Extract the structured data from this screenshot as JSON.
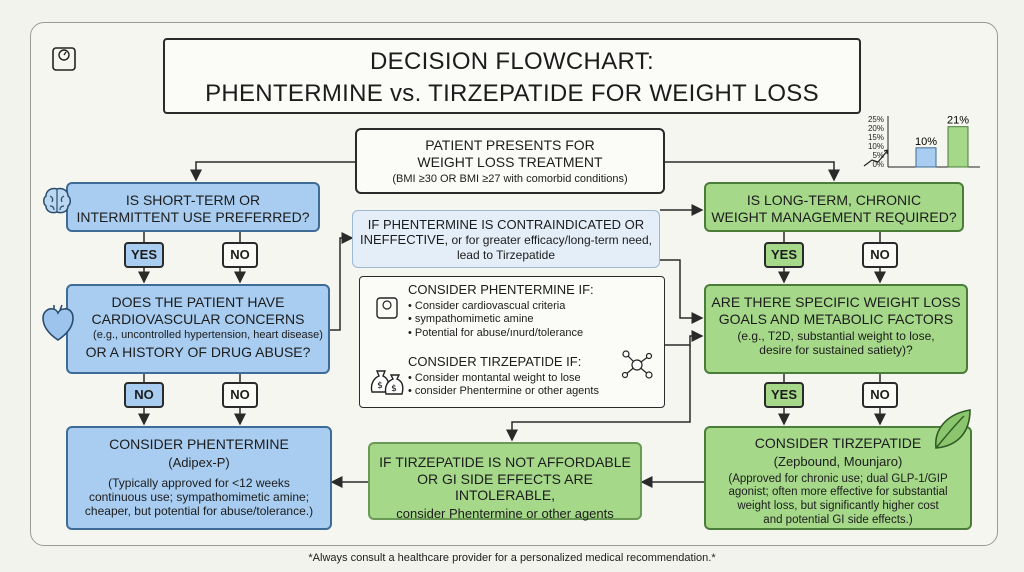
{
  "title": {
    "line1": "DECISION FLOWCHART:",
    "line2": "PHENTERMINE vs. TIRZEPATIDE FOR WEIGHT LOSS"
  },
  "start": {
    "line1": "PATIENT PRESENTS FOR",
    "line2": "WEIGHT LOSS TREATMENT",
    "line3": "(BMI ≥30 OR BMI ≥27 with comorbid conditions)"
  },
  "left": {
    "q1": {
      "line1": "IS SHORT-TERM OR",
      "line2": "INTERMITTENT USE PREFERRED?"
    },
    "q1_yes": "YES",
    "q1_no": "NO",
    "q2": {
      "line1": "DOES THE PATIENT HAVE",
      "line2": "CARDIOVASCULAR CONCERNS",
      "line3": "(e.g., uncontrolled hypertension, heart disease)",
      "line4": "OR A HISTORY OF DRUG ABUSE?"
    },
    "q2_no": "NO",
    "q2_no2": "NO",
    "result": {
      "title": "CONSIDER PHENTERMINE",
      "subtitle": "(Adipex-P)",
      "line1": "(Typically approved for <12 weeks",
      "line2": "continuous use; sympathomimetic amine;",
      "line3": "cheaper, but potential for abuse/tolerance.)"
    }
  },
  "center": {
    "contra": {
      "line1_bold": "IF PHENTERMINE IS CONTRAINDICATED OR",
      "line2_bold": "INEFFECTIVE,",
      "line2_rest": " or for greater efficacy/long-term need,",
      "line3": "lead to Tirzepatide"
    },
    "consider": {
      "phen_heading": "CONSIDER PHENTERMINE IF:",
      "phen_items": [
        "Consider cardiovascual criteria",
        "sympathomimetic amine",
        "Potential for abuse/ınurd/tolerance"
      ],
      "tirz_heading": "CONSIDER TIRZEPATIDE IF:",
      "tirz_items": [
        "Consider montantal weight to lose",
        "consider Phentermine or other agents"
      ]
    },
    "gi": {
      "line1": "IF TIRZEPATIDE IS NOT AFFORDABLE",
      "line2": "OR GI SIDE EFFECTS ARE INTOLERABLE,",
      "line3": "consider Phentermine or other agents"
    }
  },
  "right": {
    "q1": {
      "line1": "IS LONG-TERM, CHRONIC",
      "line2": "WEIGHT MANAGEMENT REQUIRED?"
    },
    "q1_yes": "YES",
    "q1_no": "NO",
    "q2": {
      "line1": "ARE THERE SPECIFIC WEIGHT LOSS",
      "line2": "GOALS AND METABOLIC FACTORS",
      "line3": "(e.g., T2D, substantial weight to lose,",
      "line4": "desire for sustained satiety)?"
    },
    "q2_yes": "YES",
    "q2_no": "NO",
    "result": {
      "title": "CONSIDER TIRZEPATIDE",
      "subtitle": "(Zepbound, Mounjaro)",
      "line1": "(Approved for chronic use; dual GLP-1/GIP",
      "line2": "agonist; often more effective for substantial",
      "line3": "weight loss, but significantly higher cost",
      "line4": "and potential GI side effects.)"
    }
  },
  "mini_chart": {
    "ticks": [
      "25%",
      "20%",
      "15%",
      "10%",
      "5%",
      "0%"
    ],
    "label_a": "10%",
    "label_b": "21%"
  },
  "chart_data": {
    "type": "bar",
    "categories": [
      "",
      ""
    ],
    "values": [
      10,
      21
    ],
    "ylim": [
      0,
      25
    ]
  },
  "colors": {
    "blue": "#a9cdf0",
    "green": "#a6d88a",
    "background": "#f3f3ee"
  },
  "footnote": "*Always consult a healthcare provider for a personalized medical recommendation.*",
  "icons": [
    "scale-icon",
    "brain-icon",
    "heart-icon",
    "money-bag-icon",
    "molecule-icon",
    "leaf-icon",
    "growth-chart-icon"
  ]
}
